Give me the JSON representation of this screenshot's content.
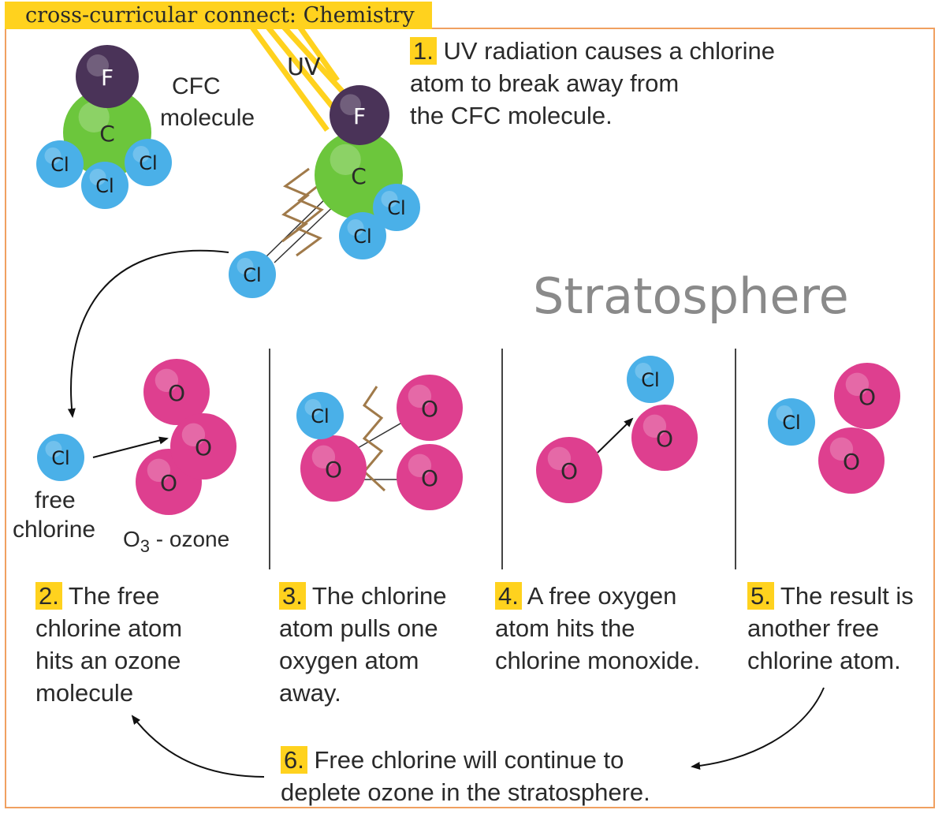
{
  "banner": "cross-curricular connect: Chemistry",
  "uv_label": "UV",
  "cfc_label": [
    "CFC",
    "molecule"
  ],
  "stratosphere_label": "Stratosphere",
  "free_chlorine_label": [
    "free",
    "chlorine"
  ],
  "ozone_label": {
    "symbol": "O",
    "subscript": "3",
    "rest": " - ozone"
  },
  "atoms": {
    "fluorine": "F",
    "carbon": "C",
    "chlorine": "Cl",
    "oxygen": "O"
  },
  "steps": [
    {
      "num": "1.",
      "lines": [
        "UV radiation causes a chlorine",
        "atom to break away from",
        "the CFC molecule."
      ]
    },
    {
      "num": "2.",
      "lines": [
        "The free",
        "chlorine atom",
        "hits an ozone",
        "molecule"
      ]
    },
    {
      "num": "3.",
      "lines": [
        "The chlorine",
        "atom pulls one",
        "oxygen atom",
        "away."
      ]
    },
    {
      "num": "4.",
      "lines": [
        "A free oxygen",
        "atom hits the",
        "chlorine monoxide."
      ]
    },
    {
      "num": "5.",
      "lines": [
        "The result is",
        "another free",
        "chlorine atom."
      ]
    },
    {
      "num": "6.",
      "lines": [
        "Free chlorine will continue to",
        "deplete ozone in the stratosphere."
      ]
    }
  ],
  "colors": {
    "banner": "#ffd21e",
    "frame": "#f0a060",
    "fluorine": "#4a3358",
    "carbon": "#6cc63c",
    "chlorine": "#4ab0e8",
    "oxygen": "#de3f8f",
    "uv_rays": "#ffd21e",
    "bond_break": "#a07a4a"
  }
}
